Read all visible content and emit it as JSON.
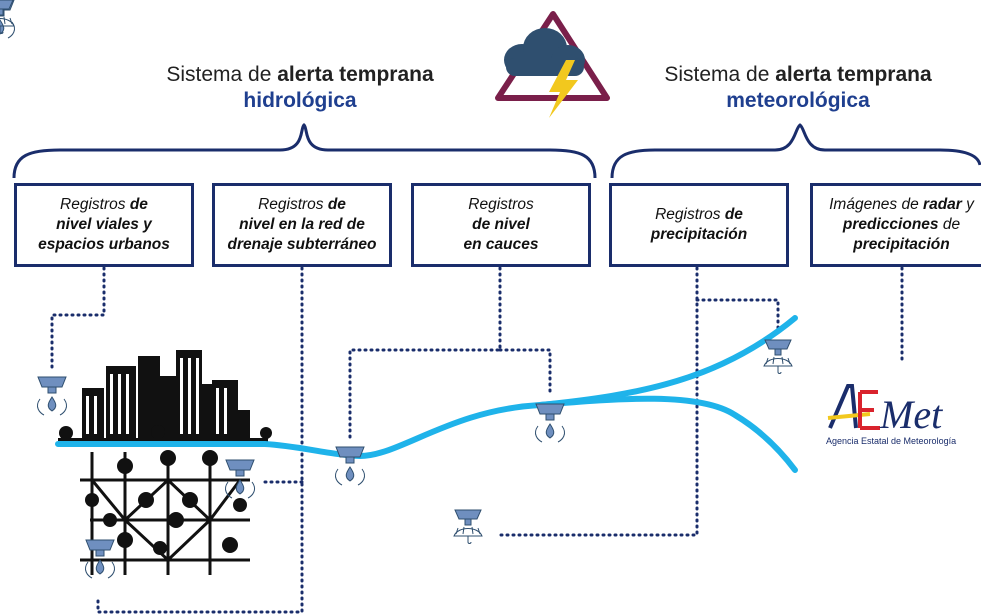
{
  "headings": {
    "hydro": {
      "prefix": "Sistema de ",
      "bold": "alerta temprana",
      "kind": "hidrológica"
    },
    "meteo": {
      "prefix": "Sistema de ",
      "bold": "alerta temprana",
      "kind": "meteorológica"
    }
  },
  "boxes": [
    {
      "line1_a": "Registros ",
      "line1_b": "de",
      "line2": "nivel viales y",
      "line3": "espacios urbanos"
    },
    {
      "line1_a": "Registros ",
      "line1_b": "de",
      "line2": "nivel en la red de",
      "line3": "drenaje subterráneo"
    },
    {
      "line1_a": "Registros",
      "line2": "de nivel",
      "line3": "en cauces"
    },
    {
      "line1_a": "Registros ",
      "line1_b": "de",
      "line2": "precipitación"
    },
    {
      "line1_a": "Imágenes de ",
      "line1_b": "radar",
      "line1_c": " y",
      "line2_b": "predicciones",
      "line2_c": " de",
      "line3": "precipitación"
    }
  ],
  "logo": {
    "name": "AEMet",
    "caption": "Agencia Estatal de Meteorología"
  },
  "colors": {
    "navy": "#1a2d6b",
    "blue_title": "#1f3f8f",
    "river": "#1fb3ea",
    "sensor": "#6f8fbf",
    "storm_cloud": "#2f4f6f",
    "storm_triangle": "#7a1f4a",
    "bolt": "#f2c81e"
  },
  "icons": [
    "storm-alert-icon",
    "level-sensor-icon",
    "rain-gauge-icon",
    "city-skyline-icon",
    "drainage-network-icon"
  ]
}
